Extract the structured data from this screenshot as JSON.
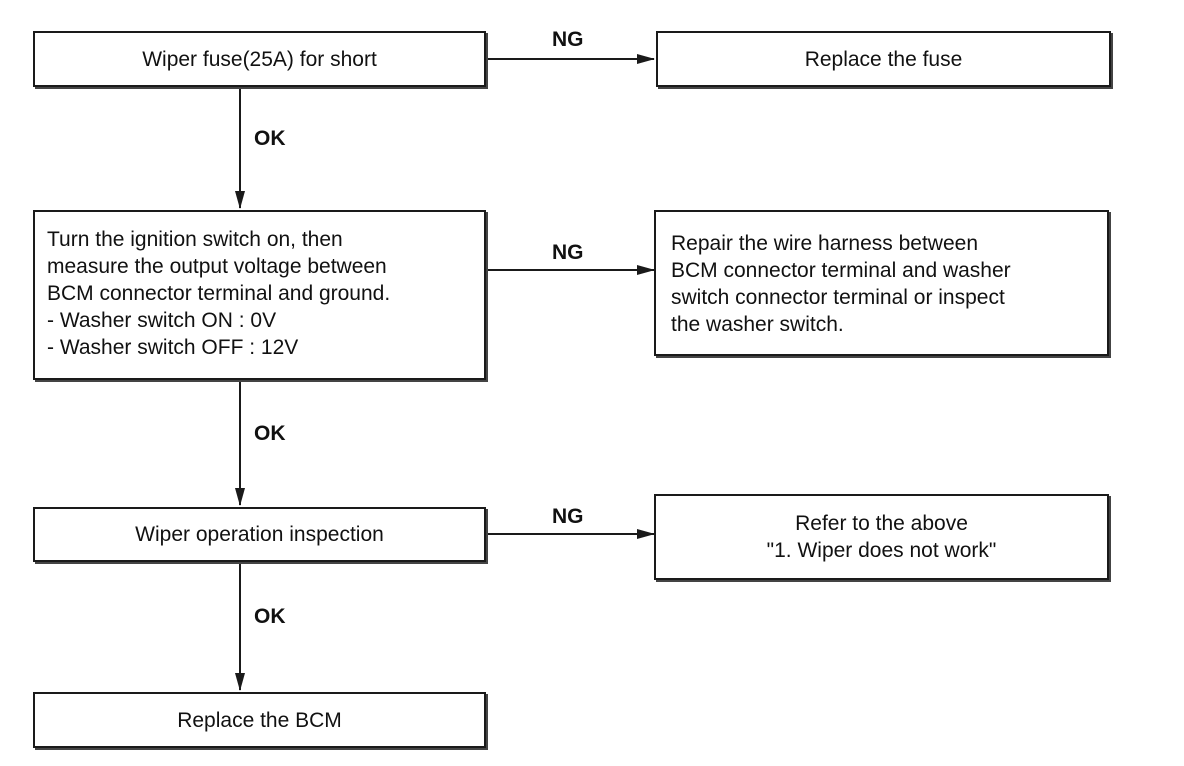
{
  "flowchart": {
    "nodes": {
      "fuse_check": {
        "text": "Wiper fuse(25A) for short"
      },
      "replace_fuse": {
        "text": "Replace the fuse"
      },
      "measure_voltage": {
        "lines": [
          "Turn the ignition switch on, then",
          "measure the output voltage between",
          "BCM connector terminal and ground.",
          "- Washer switch ON : 0V",
          "- Washer switch OFF : 12V"
        ]
      },
      "repair_harness": {
        "lines": [
          "Repair the wire harness between",
          "BCM connector terminal and washer",
          "switch connector terminal or inspect",
          "the washer switch."
        ]
      },
      "wiper_inspection": {
        "text": "Wiper operation inspection"
      },
      "refer_above": {
        "lines": [
          "Refer to the above",
          "\"1. Wiper does not work\""
        ]
      },
      "replace_bcm": {
        "text": "Replace the BCM"
      }
    },
    "edges": [
      {
        "from": "fuse_check",
        "to": "replace_fuse",
        "label": "NG"
      },
      {
        "from": "fuse_check",
        "to": "measure_voltage",
        "label": "OK"
      },
      {
        "from": "measure_voltage",
        "to": "repair_harness",
        "label": "NG"
      },
      {
        "from": "measure_voltage",
        "to": "wiper_inspection",
        "label": "OK"
      },
      {
        "from": "wiper_inspection",
        "to": "refer_above",
        "label": "NG"
      },
      {
        "from": "wiper_inspection",
        "to": "replace_bcm",
        "label": "OK"
      }
    ],
    "line_color": "#1a1a1a"
  }
}
